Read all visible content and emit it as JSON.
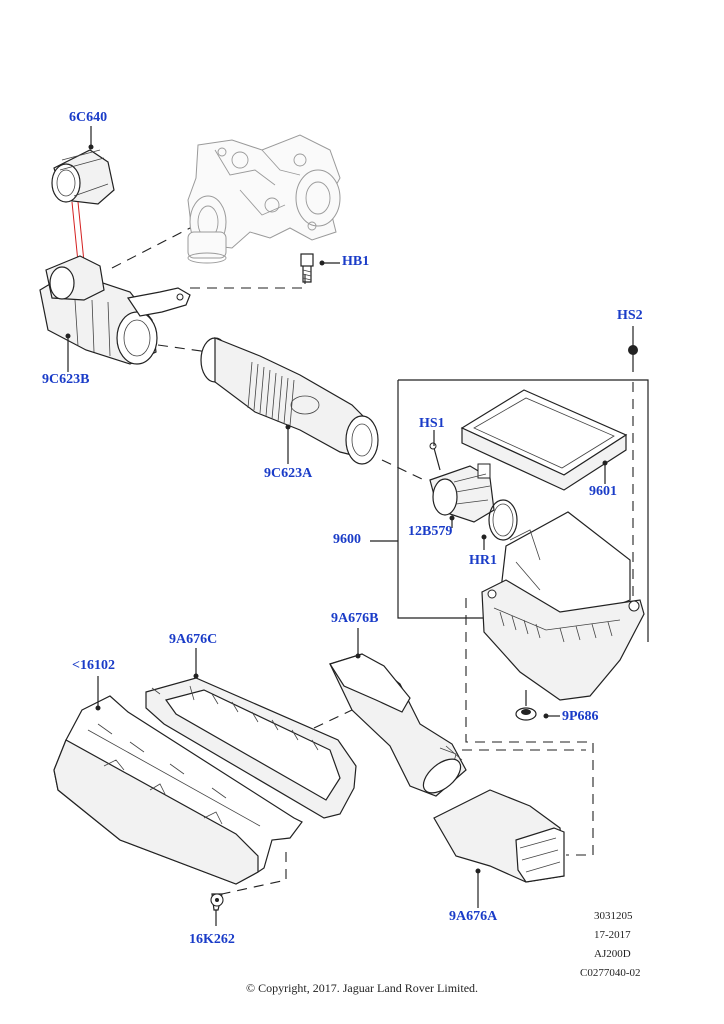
{
  "callouts": {
    "c6C640": "6C640",
    "cHB1": "HB1",
    "c9C623B": "9C623B",
    "cHS2": "HS2",
    "cHS1": "HS1",
    "c9C623A": "9C623A",
    "c9601": "9601",
    "c12B579": "12B579",
    "c9600": "9600",
    "cHR1": "HR1",
    "c9A676B": "9A676B",
    "c9A676C": "9A676C",
    "c16102": "<16102",
    "c9P686": "9P686",
    "c16K262": "16K262",
    "c9A676A": "9A676A"
  },
  "drawing_info": {
    "line1": "3031205",
    "line2": "17-2017",
    "line3": "AJ200D",
    "line4": "C0277040-02"
  },
  "copyright": "© Copyright, 2017. Jaguar Land Rover Limited.",
  "colors": {
    "callout": "#1a3cc8",
    "leader_red": "#d42020",
    "line": "#222222"
  }
}
